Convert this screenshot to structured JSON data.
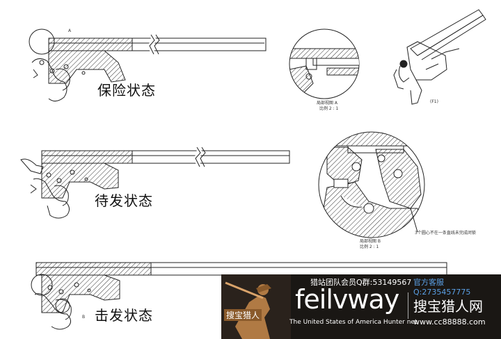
{
  "labels": {
    "safety": "保险状态",
    "cocked": "待发状态",
    "fired": "击发状态"
  },
  "callouts": {
    "a": "A",
    "b": "B",
    "fig": "(F1)"
  },
  "detail_a": {
    "title": "局部视图 A",
    "scale": "比例 2 : 1"
  },
  "detail_b": {
    "title": "局部视图 B",
    "scale": "比例 2 : 1",
    "note": "3个圆心不在一条直线未完成闭锁"
  },
  "banner": {
    "hunter_label": "搜宝猎人",
    "qq_group": "猎站团队会员Q群:53149567",
    "service": "官方客服Q:2735457775",
    "logo": "feilvway",
    "cn_name": "搜宝猎人网",
    "tagline": "The United States of America Hunter net",
    "url": "www.cc88888.com"
  }
}
